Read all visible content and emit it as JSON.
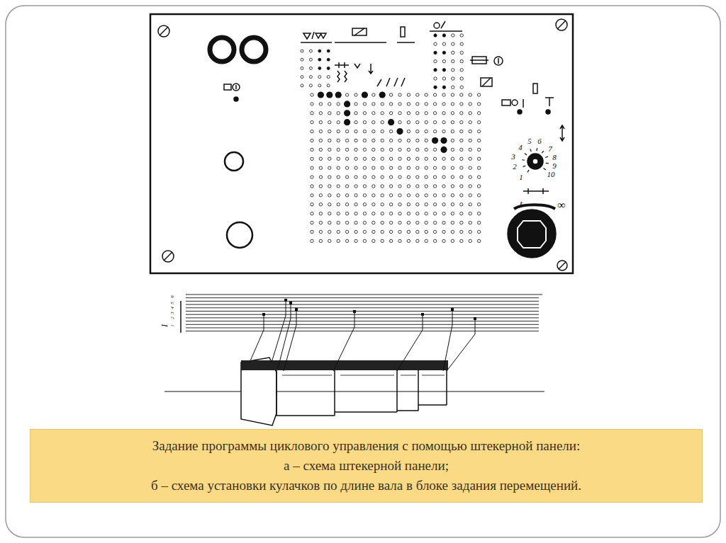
{
  "diagram": {
    "nodes": [
      {
        "text": [
          "Задание программы циклового управления с помощью штекерной панели:",
          "а – схема штекерной панели;",
          "б – схема установки кулачков по длине вала в блоке задания перемещений."
        ]
      }
    ],
    "labels": [
      "1",
      "2",
      "3",
      "4",
      "5",
      "6",
      "7",
      "8",
      "9",
      "10",
      "t",
      "∞",
      "I",
      "1",
      "2",
      "3",
      "4",
      "5",
      "6"
    ]
  }
}
